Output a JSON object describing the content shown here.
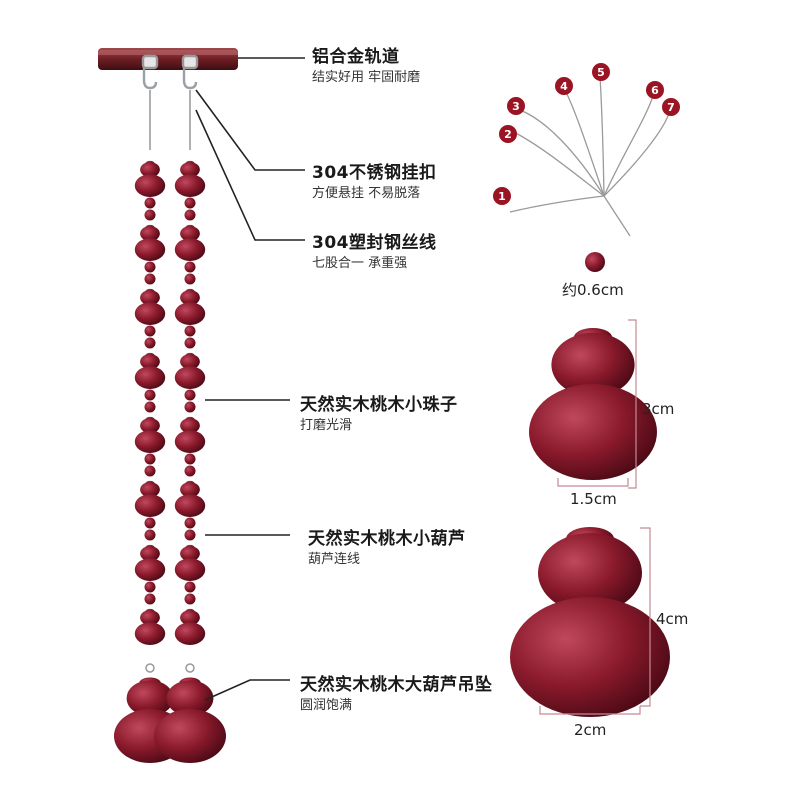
{
  "labels": [
    {
      "title": "铝合金轨道",
      "sub": "结实好用 牢固耐磨"
    },
    {
      "title": "304不锈钢挂扣",
      "sub": "方便悬挂 不易脱落"
    },
    {
      "title": "304塑封钢丝线",
      "sub": "七股合一 承重强"
    },
    {
      "title": "天然实木桃木小珠子",
      "sub": "打磨光滑"
    },
    {
      "title": "天然实木桃木小葫芦",
      "sub": "葫芦连线"
    },
    {
      "title": "天然实木桃木大葫芦吊坠",
      "sub": "圆润饱满"
    }
  ],
  "strands": [
    "1",
    "2",
    "3",
    "4",
    "5",
    "6",
    "7"
  ],
  "dimensions": {
    "bead": "约0.6cm",
    "small_gourd_height": "3cm",
    "small_gourd_width": "1.5cm",
    "big_gourd_height": "4cm",
    "big_gourd_width": "2cm"
  },
  "colors": {
    "wood": "#8a1a2c",
    "wood_light": "#b03a4e",
    "badge": "#9a1424",
    "rail": "#7a2a2e",
    "line": "#222222"
  }
}
